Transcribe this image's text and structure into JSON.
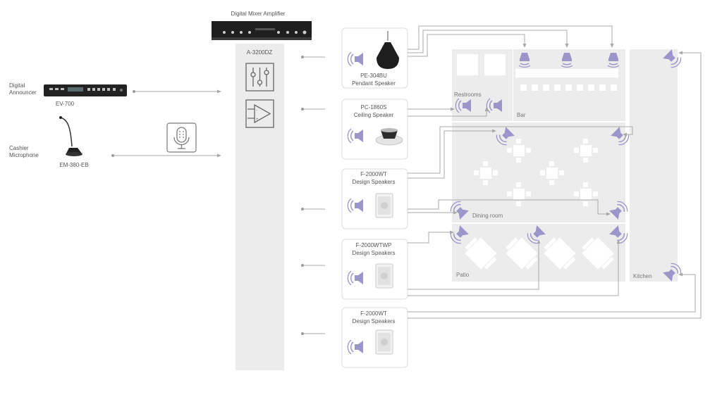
{
  "amplifier": {
    "title": "Digital Mixer Amplifier",
    "model": "A-3200DZ"
  },
  "inputs": [
    {
      "category": "Digital\nAnnouncer",
      "model": "EV-700"
    },
    {
      "category": "Cashier\nMicrophone",
      "model": "EM-380-EB"
    }
  ],
  "speakers": [
    {
      "model": "PE-304BU",
      "type": "Pendant Speaker"
    },
    {
      "model": "PC-1860S",
      "type": "Ceiling Speaker"
    },
    {
      "model": "F-2000WT",
      "type": "Design Speakers"
    },
    {
      "model": "F-2000WTWP",
      "type": "Design Speakers"
    },
    {
      "model": "F-2000WT",
      "type": "Design Speakers"
    }
  ],
  "rooms": {
    "restrooms": "Restrooms",
    "bar": "Bar",
    "dining": "Dining room",
    "patio": "Patio",
    "kitchen": "Kitchen"
  },
  "colors": {
    "speaker_icon": "#9b95c9",
    "floor": "#ececec",
    "line": "#a8a8a8",
    "card_border": "#dddddd"
  },
  "icons": [
    "fader-icon",
    "amplifier-icon",
    "microphone-icon",
    "speaker-icon"
  ]
}
